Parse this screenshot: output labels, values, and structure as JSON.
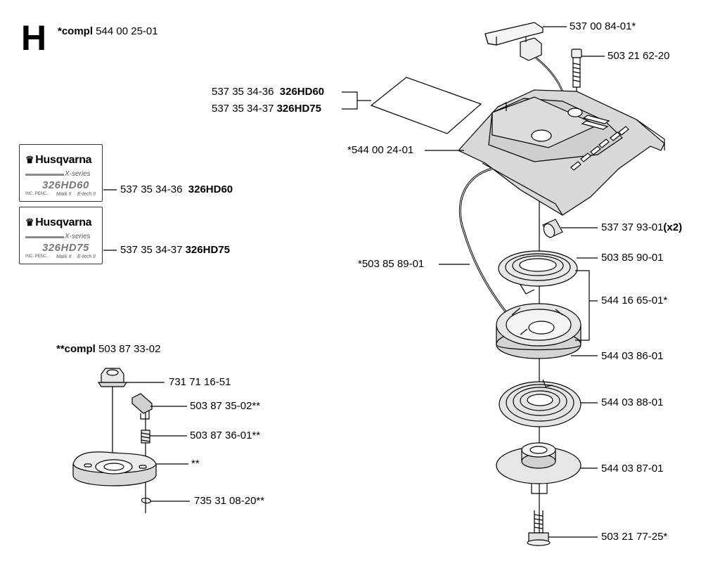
{
  "section": {
    "letter": "H",
    "compl_prefix": "*compl",
    "compl_number": "544 00 25-01"
  },
  "decals": [
    {
      "brand": "Husqvarna",
      "series": "X-series",
      "model": "326HD60",
      "small1": "INC. PENC.",
      "small2": "Mark II",
      "small3": "E-tech II"
    },
    {
      "brand": "Husqvarna",
      "series": "X-series",
      "model": "326HD75",
      "small1": "INC. PENC.",
      "small2": "Mark II",
      "small3": "E-tech II"
    }
  ],
  "sub_assembly": {
    "prefix": "**compl",
    "number": "503 87 33-02"
  },
  "labels": {
    "handle": "537 00 84-01*",
    "screw_top": "503 21 62-20",
    "sticker_hd60_num": "537 35 34-36",
    "sticker_hd60_model": "326HD60",
    "sticker_hd75_num": "537 35 34-37",
    "sticker_hd75_model": "326HD75",
    "housing": "*544 00 24-01",
    "decal_hd60_num": "537 35 34-36",
    "decal_hd60_model": "326HD60",
    "decal_hd75_num": "537 35 34-37",
    "decal_hd75_model": "326HD75",
    "bushing_num": "537 37 93-01",
    "bushing_qty": "(x2)",
    "rope": "*503 85 89-01",
    "spring_top": "503 85 90-01",
    "kit": "544 16 65-01*",
    "pulley": "544 03 86-01",
    "spring": "544 03 88-01",
    "hub": "544 03 87-01",
    "bolt": "503  21 77-25*",
    "nut": "731 71 16-51",
    "pawl": "503 87 35-02**",
    "pawl_spring": "503 87 36-01**",
    "pawl_housing": "**",
    "circlip": "735 31 08-20**"
  }
}
